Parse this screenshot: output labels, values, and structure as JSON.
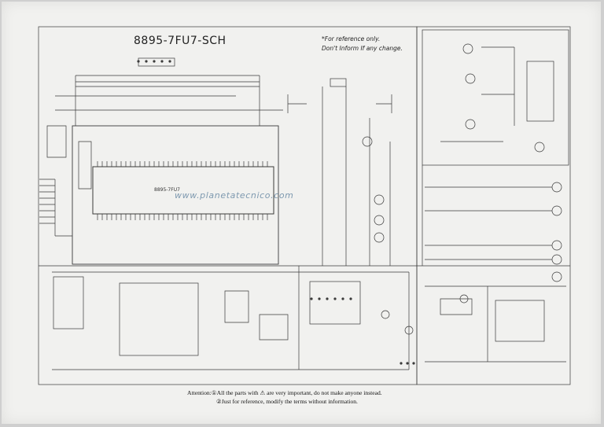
{
  "diagram": {
    "title": "8895-7FU7-SCH",
    "note_lines": [
      "*For reference only.",
      "Don't Inform If any change."
    ],
    "watermark": "www.planetatecnico.com",
    "ic_label": "8895-7FU7",
    "attention_line1": "Attention:①All the parts with ⚠ are very important, do not make anyone instead.",
    "attention_line2": "②Just for reference, modify the terms without information."
  }
}
